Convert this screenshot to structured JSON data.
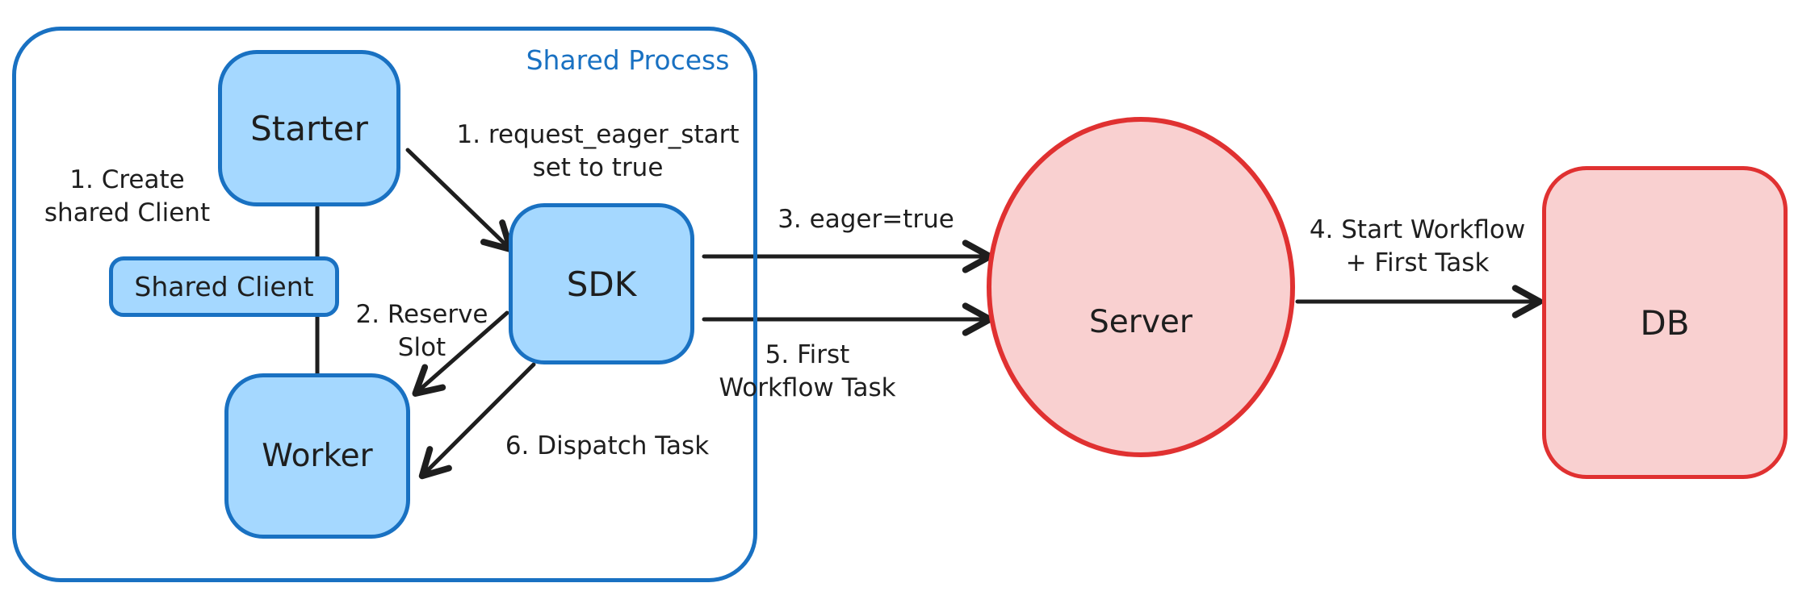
{
  "diagram": {
    "container": {
      "label": "Shared Process"
    },
    "nodes": {
      "starter": {
        "label": "Starter"
      },
      "shared_client": {
        "label": "Shared Client"
      },
      "worker": {
        "label": "Worker"
      },
      "sdk": {
        "label": "SDK"
      },
      "server": {
        "label": "Server"
      },
      "db": {
        "label": "DB"
      }
    },
    "annotations": {
      "create_shared_client": {
        "line1": "1. Create",
        "line2": "shared Client"
      },
      "request_eager_start": {
        "line1": "1. request_eager_start",
        "line2": "set to true"
      },
      "reserve_slot": {
        "line1": "2. Reserve",
        "line2": "Slot"
      },
      "eager_true": {
        "line1": "3. eager=true"
      },
      "start_workflow_first_task": {
        "line1": "4. Start Workflow",
        "line2": "+ First Task"
      },
      "first_workflow_task": {
        "line1": "5. First",
        "line2": "Workflow Task"
      },
      "dispatch_task": {
        "line1": "6. Dispatch Task"
      }
    },
    "colors": {
      "blue_stroke": "#1971c2",
      "blue_fill": "#a5d8ff",
      "red_stroke": "#e03131",
      "red_fill": "#f9d0d0",
      "ink": "#1e1e1e",
      "background": "#ffffff"
    }
  }
}
